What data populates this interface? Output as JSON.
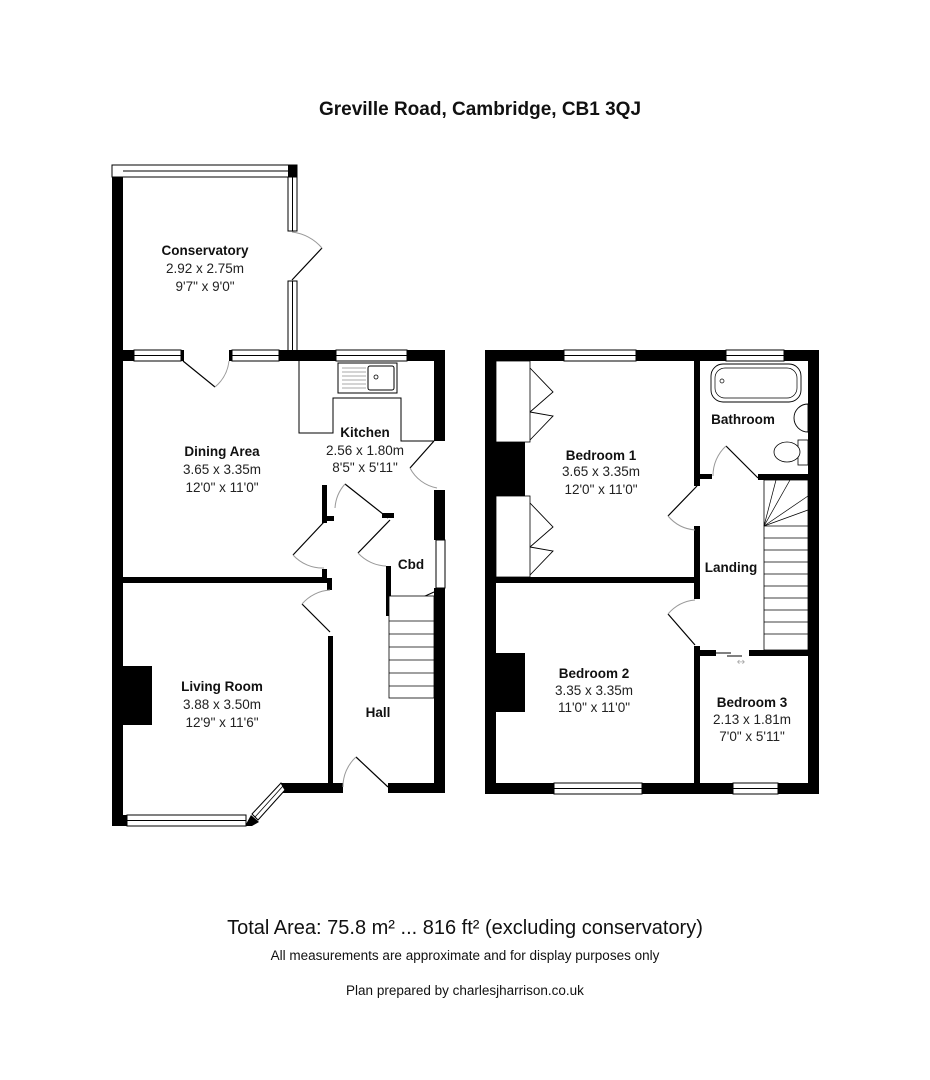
{
  "title": "Greville Road, Cambridge, CB1 3QJ",
  "ground_floor": {
    "rooms": {
      "conservatory": {
        "name": "Conservatory",
        "metric": "2.92 x 2.75m",
        "imperial": "9'7\" x 9'0\""
      },
      "dining": {
        "name": "Dining Area",
        "metric": "3.65 x 3.35m",
        "imperial": "12'0\" x 11'0\""
      },
      "kitchen": {
        "name": "Kitchen",
        "metric": "2.56 x 1.80m",
        "imperial": "8'5\" x 5'11\""
      },
      "cbd": {
        "name": "Cbd"
      },
      "living": {
        "name": "Living Room",
        "metric": "3.88 x 3.50m",
        "imperial": "12'9\" x 11'6\""
      },
      "hall": {
        "name": "Hall"
      }
    }
  },
  "first_floor": {
    "rooms": {
      "bed1": {
        "name": "Bedroom 1",
        "metric": "3.65 x 3.35m",
        "imperial": "12'0\" x 11'0\""
      },
      "bath": {
        "name": "Bathroom"
      },
      "landing": {
        "name": "Landing"
      },
      "bed2": {
        "name": "Bedroom 2",
        "metric": "3.35 x 3.35m",
        "imperial": "11'0\" x 11'0\""
      },
      "bed3": {
        "name": "Bedroom 3",
        "metric": "2.13 x 1.81m",
        "imperial": "7'0\" x 5'11\""
      }
    }
  },
  "footer": {
    "total_area": "Total Area: 75.8 m² ... 816 ft² (excluding conservatory)",
    "disclaimer": "All measurements are approximate and for display purposes only",
    "credit": "Plan prepared by charlesjharrison.co.uk"
  }
}
